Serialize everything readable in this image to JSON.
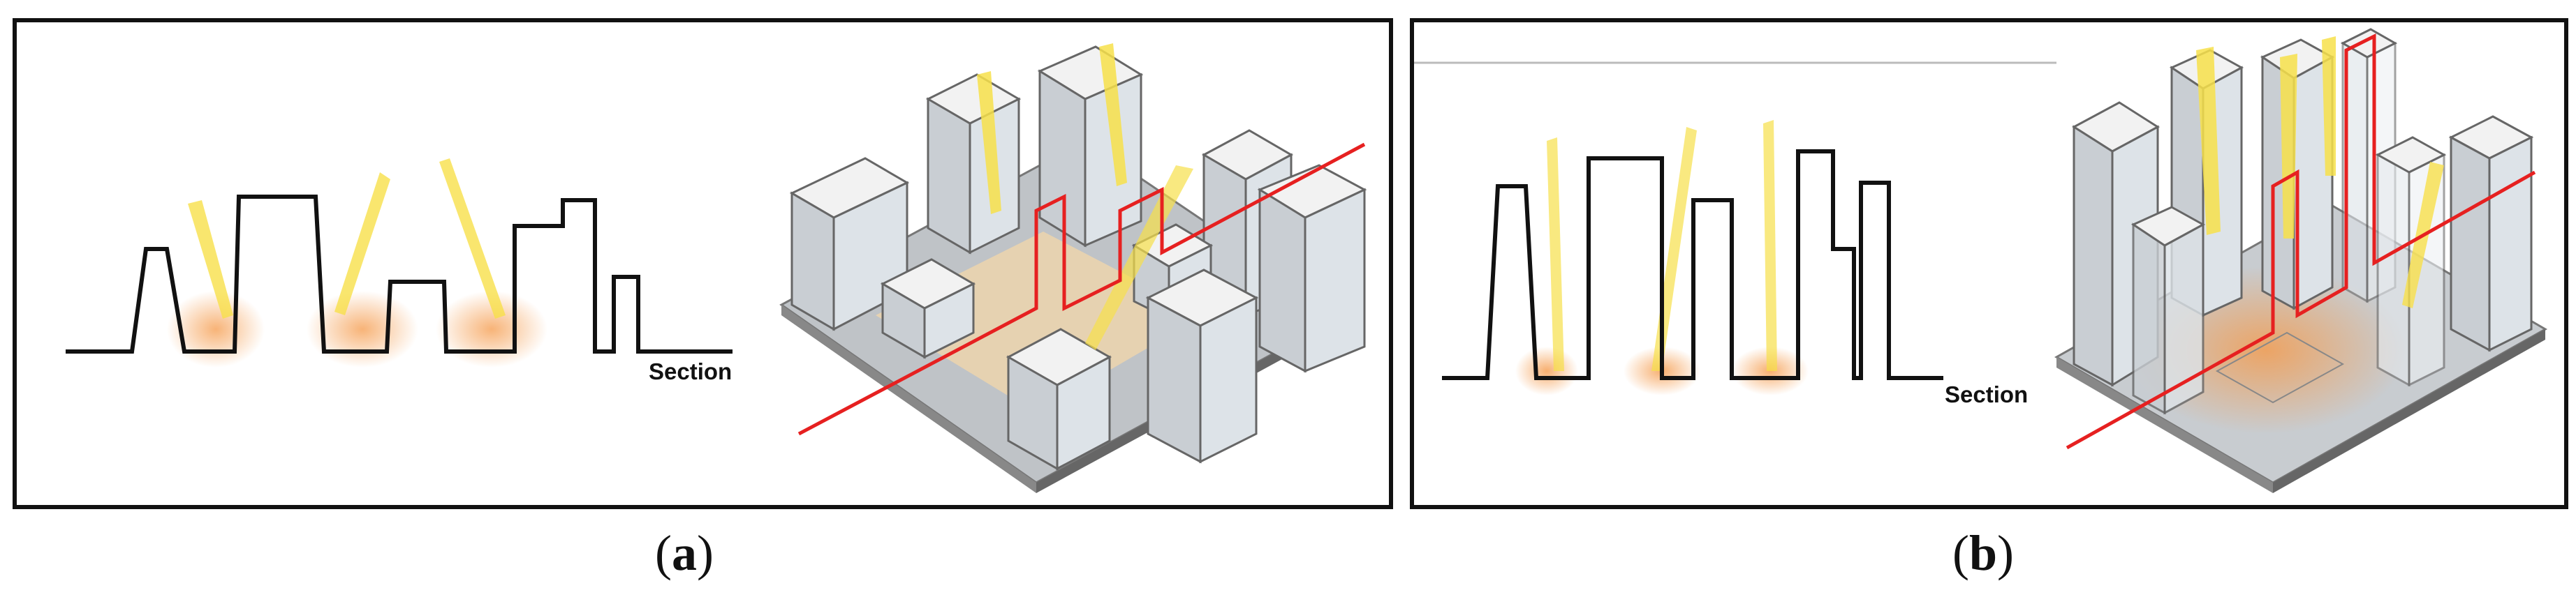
{
  "panels": [
    {
      "id": "a",
      "caption_open": "(",
      "caption_letter": "a",
      "caption_close": ")",
      "section_label": "Section"
    },
    {
      "id": "b",
      "caption_open": "(",
      "caption_letter": "b",
      "caption_close": ")",
      "section_label": "Section"
    }
  ],
  "colors": {
    "outline": "#111111",
    "sun_ray": "#f7e04a",
    "glow": "#f59a4a",
    "section_cut": "#e62020",
    "building_top": "#f2f2f2",
    "building_left": "#c9ced3",
    "building_right": "#dde3e8"
  }
}
